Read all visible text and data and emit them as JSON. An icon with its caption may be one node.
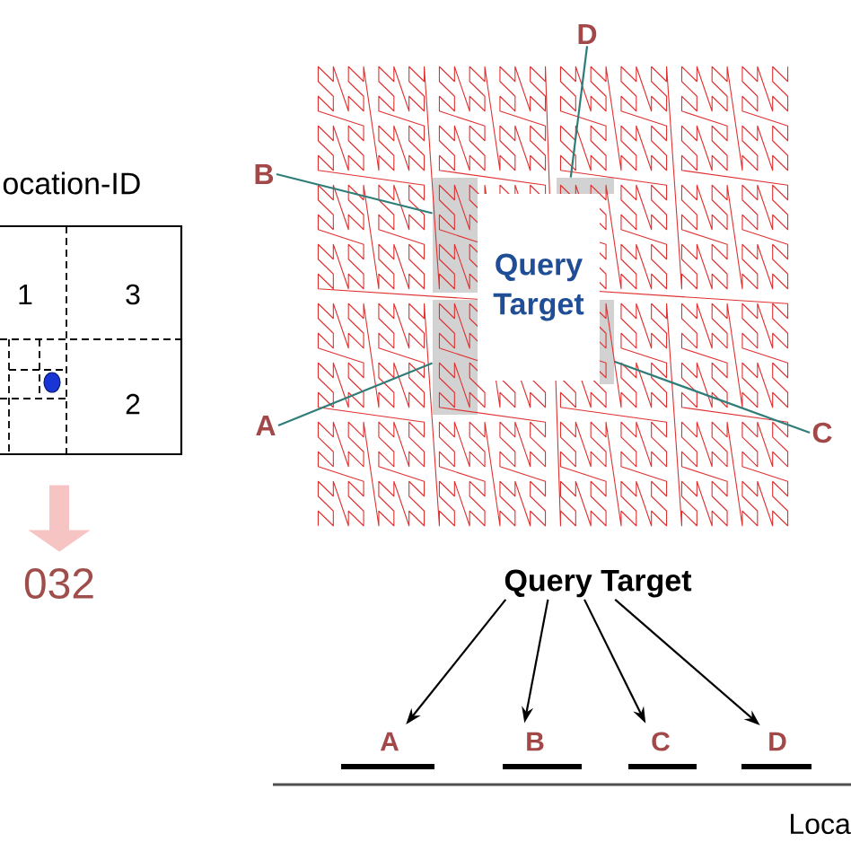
{
  "diagram": {
    "nodes": [
      {
        "text": [
          "ocation-ID",
          "1",
          "3",
          "2"
        ]
      },
      {
        "text": [
          "032"
        ]
      },
      {
        "text": [
          "D"
        ]
      },
      {
        "text": [
          "B"
        ]
      },
      {
        "text": [],
        "shape": "box"
      },
      {
        "text": [],
        "shape": "box"
      },
      {
        "text": [
          "Query Target"
        ]
      },
      {
        "text": [],
        "shape": "box"
      },
      {
        "text": [],
        "shape": "box"
      },
      {
        "text": [
          "A"
        ]
      },
      {
        "text": [
          "C"
        ]
      },
      {
        "text": [
          "Query Target"
        ]
      },
      {
        "text": [
          "A"
        ]
      },
      {
        "text": [
          "B"
        ]
      },
      {
        "text": [
          "C"
        ]
      },
      {
        "text": [
          "D"
        ]
      }
    ],
    "edges": [
      {
        "from": 0,
        "to": 1,
        "arrow": "to",
        "style": "thick",
        "color": "#f7c4c4"
      },
      {
        "from": 2,
        "to": 5,
        "arrow": "none",
        "color": "#2e7d78"
      },
      {
        "from": 3,
        "to": 4,
        "arrow": "none",
        "color": "#2e7d78"
      },
      {
        "from": 9,
        "to": 7,
        "arrow": "none",
        "color": "#2e7d78"
      },
      {
        "from": 10,
        "to": 8,
        "arrow": "none",
        "color": "#2e7d78"
      },
      {
        "from": 11,
        "to": 12,
        "arrow": "to",
        "color": "#000000"
      },
      {
        "from": 11,
        "to": 13,
        "arrow": "to",
        "color": "#000000"
      },
      {
        "from": 11,
        "to": 14,
        "arrow": "to",
        "color": "#000000"
      },
      {
        "from": 11,
        "to": 15,
        "arrow": "to",
        "color": "#000000"
      }
    ],
    "labels": [
      "Loca"
    ]
  }
}
